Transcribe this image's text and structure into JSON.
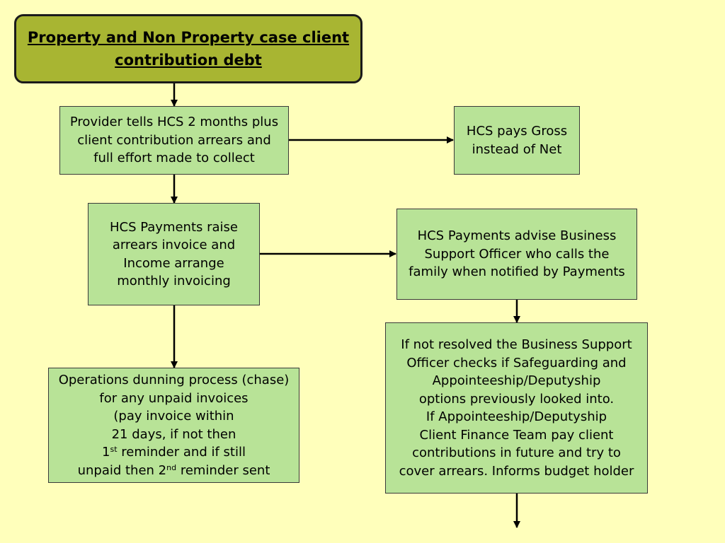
{
  "title": {
    "line1": "Property and Non Property case client",
    "line2": "contribution debt"
  },
  "provider_box": [
    "Provider tells HCS 2 months plus",
    "client contribution arrears and",
    "full effort made to collect"
  ],
  "gross_box": [
    "HCS pays Gross",
    "instead of Net"
  ],
  "invoice_box": [
    "HCS Payments raise",
    "arrears invoice and",
    "Income arrange",
    "monthly invoicing"
  ],
  "advise_box": [
    "HCS Payments advise Business",
    "Support Officer who calls the",
    "family when notified by Payments"
  ],
  "dunning_box": {
    "line1": "Operations dunning process (chase)",
    "line2": "for any unpaid invoices",
    "line3": "(pay invoice within",
    "line4": "21 days, if not then",
    "line5_num": "1",
    "line5_sup": "st",
    "line5_rest": " reminder and if still",
    "line6_pre": "unpaid then 2",
    "line6_sup": "nd",
    "line6_rest": " reminder sent"
  },
  "resolve_box": [
    "If not resolved the Business Support",
    "Officer checks if Safeguarding and",
    "Appointeeship/Deputyship",
    "options previously looked into.",
    "If Appointeeship/Deputyship",
    "Client Finance Team pay client",
    "contributions in future and try to",
    "cover arrears. Informs budget holder"
  ]
}
